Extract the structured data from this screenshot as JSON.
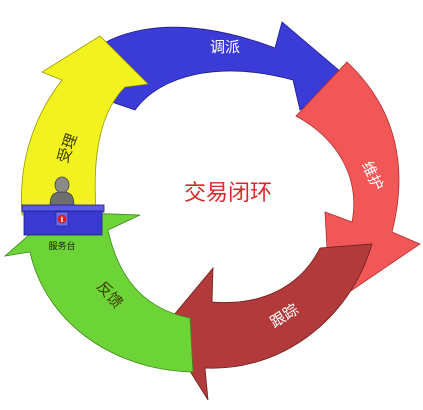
{
  "diagram": {
    "center_title": "交易闭环",
    "segments": [
      {
        "label": "调派",
        "color": "#3b3bd8"
      },
      {
        "label": "维护",
        "color": "#f25757"
      },
      {
        "label": "跟踪",
        "color": "#b23a3a"
      },
      {
        "label": "反馈",
        "color": "#6cd436"
      },
      {
        "label": "受理",
        "color": "#f2f21e"
      }
    ],
    "service_desk": {
      "label": "服务台",
      "icon": "info-icon",
      "desk_color": "#3a3ad2",
      "person_color": "#7a7a7a"
    }
  }
}
